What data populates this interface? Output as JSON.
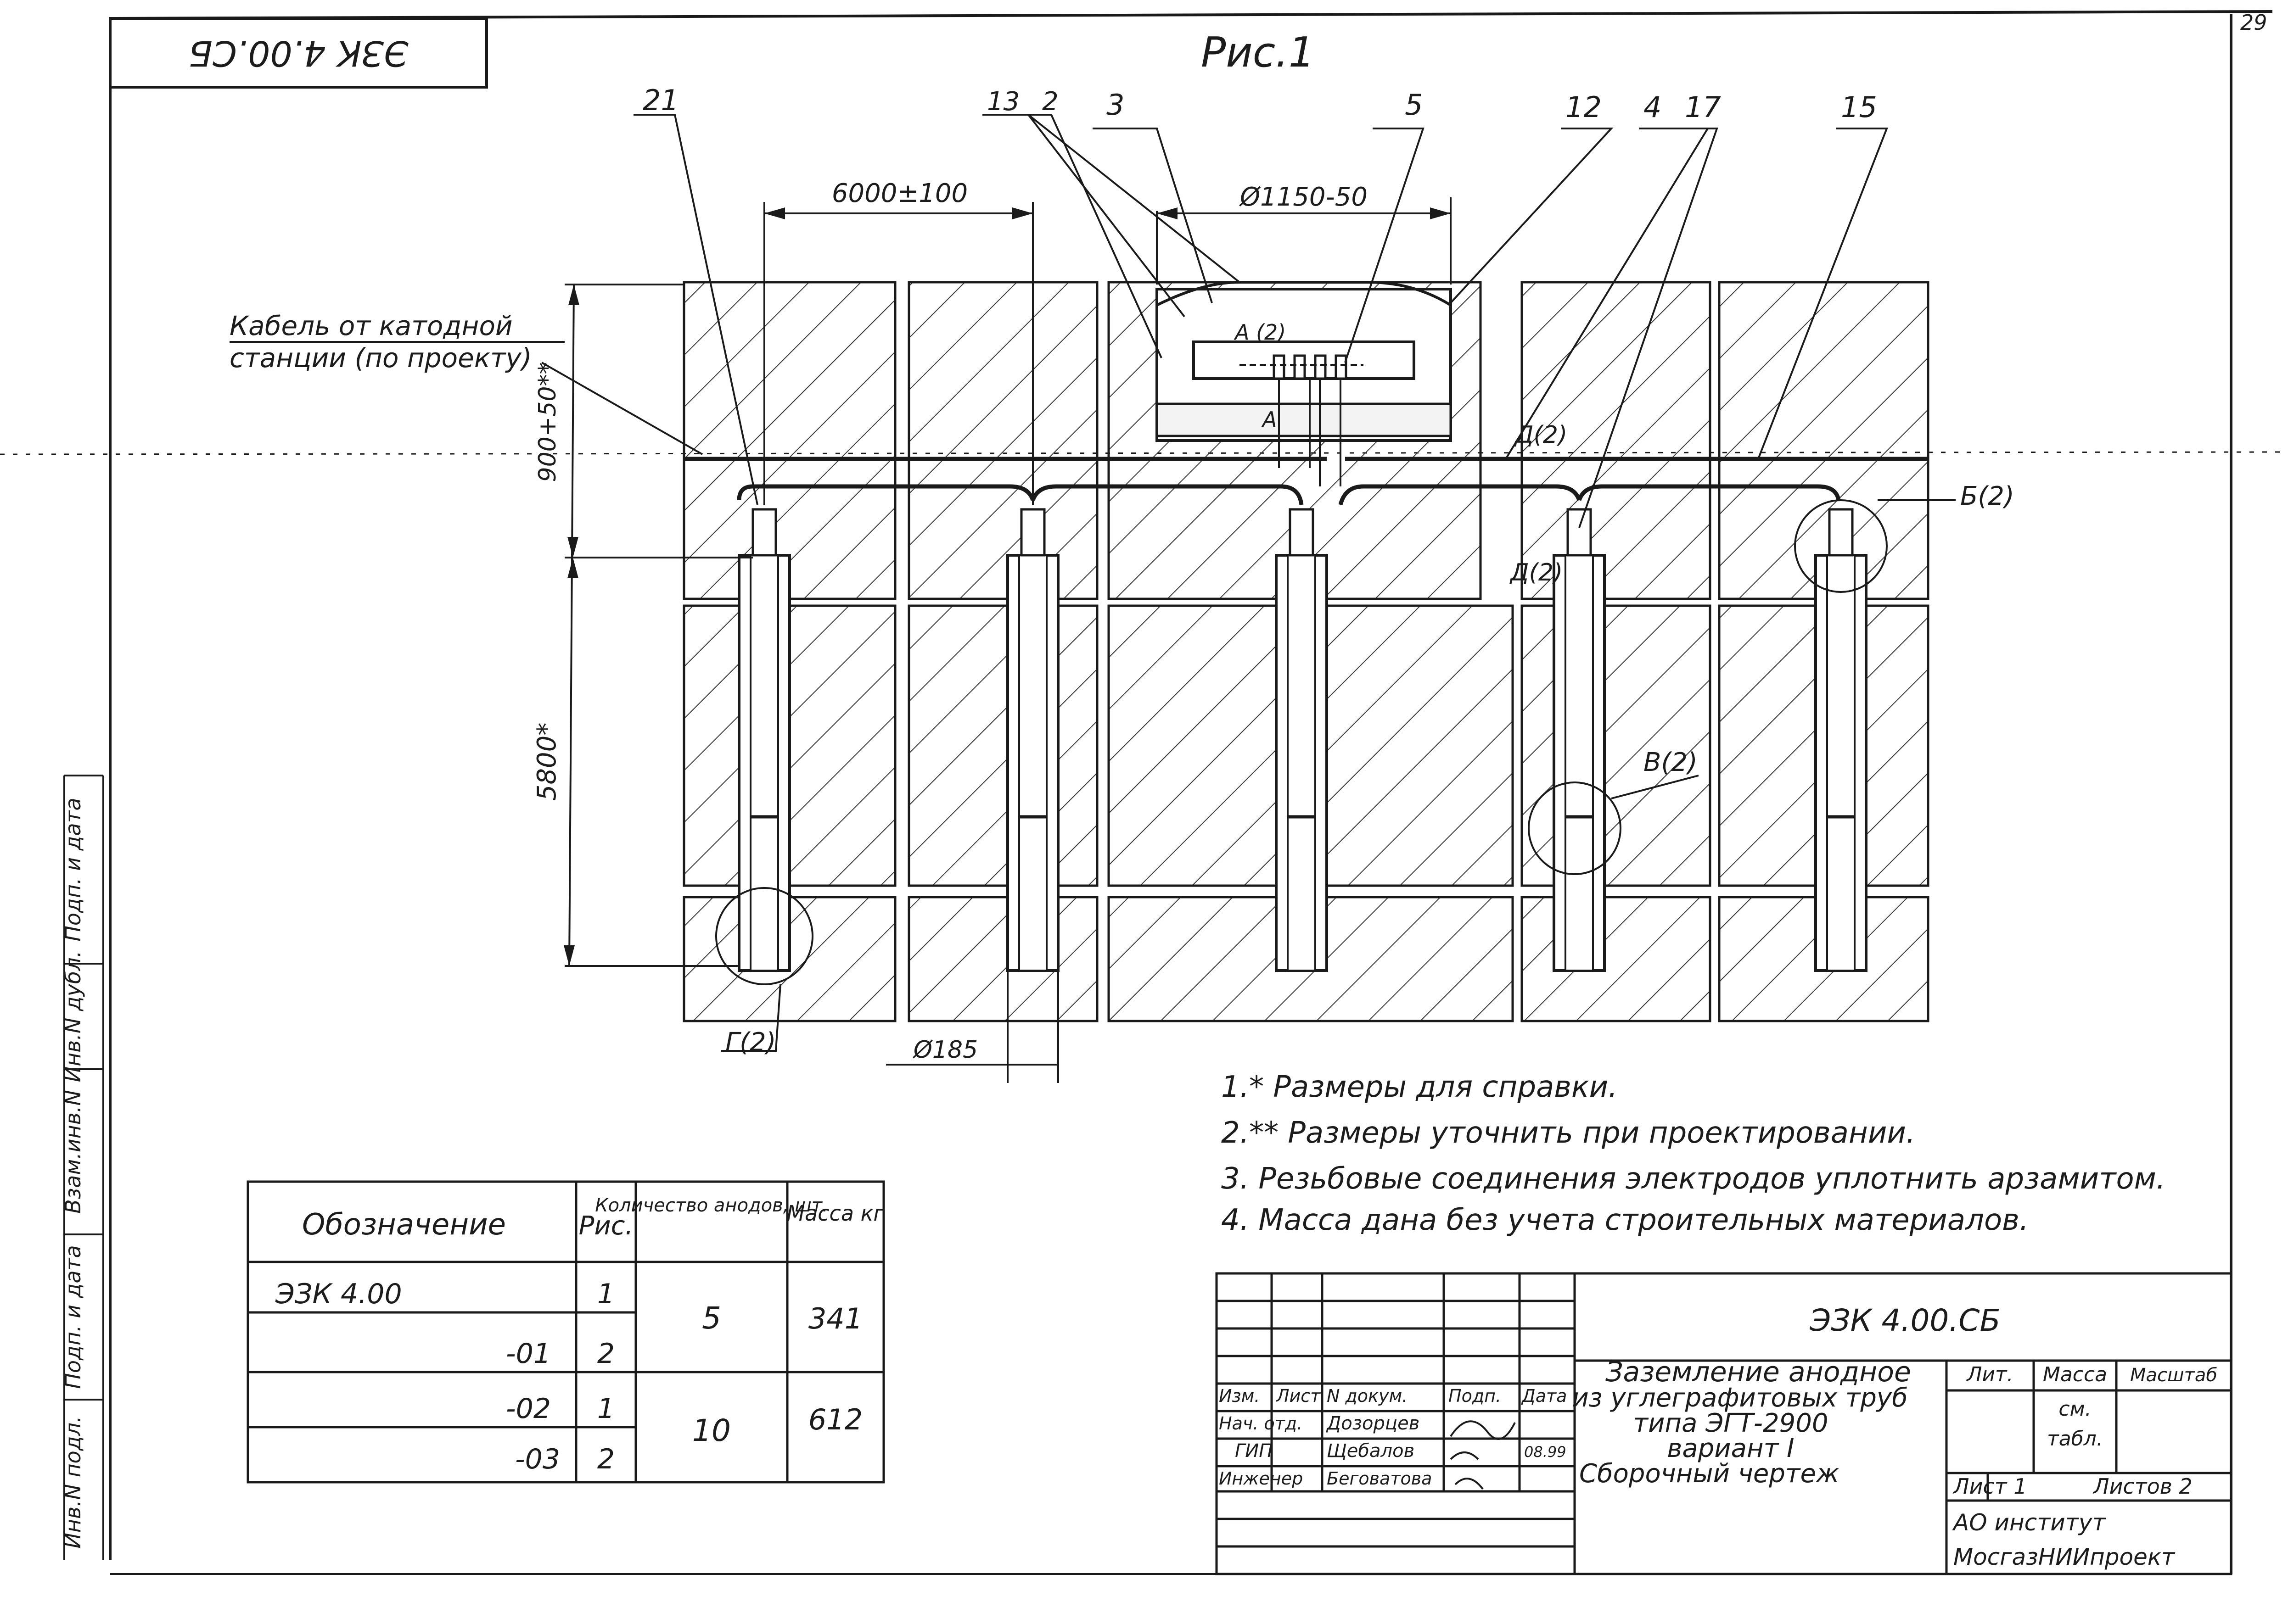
{
  "drawing": {
    "stamp_top_left": "ЭЗК 4.00.СБ",
    "figure_title": "Рис.1",
    "sheet_marker": "29",
    "dimensions": {
      "spacing": "6000±100",
      "diameter_well": "Ø1150-50",
      "depth_top": "900+50**",
      "depth_anode": "5800*",
      "diameter_hole": "Ø185"
    },
    "cable_label_line1": "Кабель от катодной",
    "cable_label_line2": "станции (по проекту)",
    "callouts": [
      "21",
      "13",
      "2",
      "3",
      "5",
      "12",
      "4",
      "17",
      "15"
    ],
    "detail_refs": {
      "a_top": "А (2)",
      "a_bottom": "А",
      "d_top": "Д(2)",
      "d_bottom": "Д(2)",
      "b": "Б(2)",
      "v": "В(2)",
      "g": "Г(2)"
    }
  },
  "notes": [
    "1.* Размеры для справки.",
    "2.** Размеры уточнить при проектировании.",
    "3.  Резьбовые соединения электродов уплотнить арзамитом.",
    "4.  Масса дана без учета строительных материалов."
  ],
  "spec_table": {
    "headers": [
      "Обозначение",
      "Рис.",
      "Количество анодов, шт.",
      "Масса кг"
    ],
    "rows": [
      {
        "designation": "ЭЗК 4.00",
        "fig": "1"
      },
      {
        "designation": "-01",
        "fig": "2"
      },
      {
        "designation": "-02",
        "fig": "1"
      },
      {
        "designation": "-03",
        "fig": "2"
      }
    ],
    "groups": [
      {
        "count": "5",
        "mass": "341"
      },
      {
        "count": "10",
        "mass": "612"
      }
    ]
  },
  "side_stamp": [
    "Инв.N подл.",
    "Подп. и дата",
    "Взам.инв.N",
    "Инв.N дубл.",
    "Подп. и дата"
  ],
  "title_block": {
    "code": "ЭЗК 4.00.СБ",
    "title_lines": [
      "Заземление анодное",
      "из углеграфитовых труб",
      "типа ЭГТ-2900",
      "вариант I",
      "Сборочный чертеж"
    ],
    "col_heads": [
      "Изм.",
      "Лист",
      "N докум.",
      "Подп.",
      "Дата"
    ],
    "people": [
      {
        "role": "Нач. отд.",
        "name": "Дозорцев"
      },
      {
        "role": "ГИП",
        "name": "Щебалов",
        "date": "08.99"
      },
      {
        "role": "Инженер",
        "name": "Беговатова"
      }
    ],
    "lit": "Лит.",
    "mass": "Масса",
    "scale": "Масштаб",
    "mass_value_1": "см.",
    "mass_value_2": "табл.",
    "sheet": "Лист 1",
    "sheets": "Листов 2",
    "org_1": "АО институт",
    "org_2": "МосгазНИИпроект"
  }
}
